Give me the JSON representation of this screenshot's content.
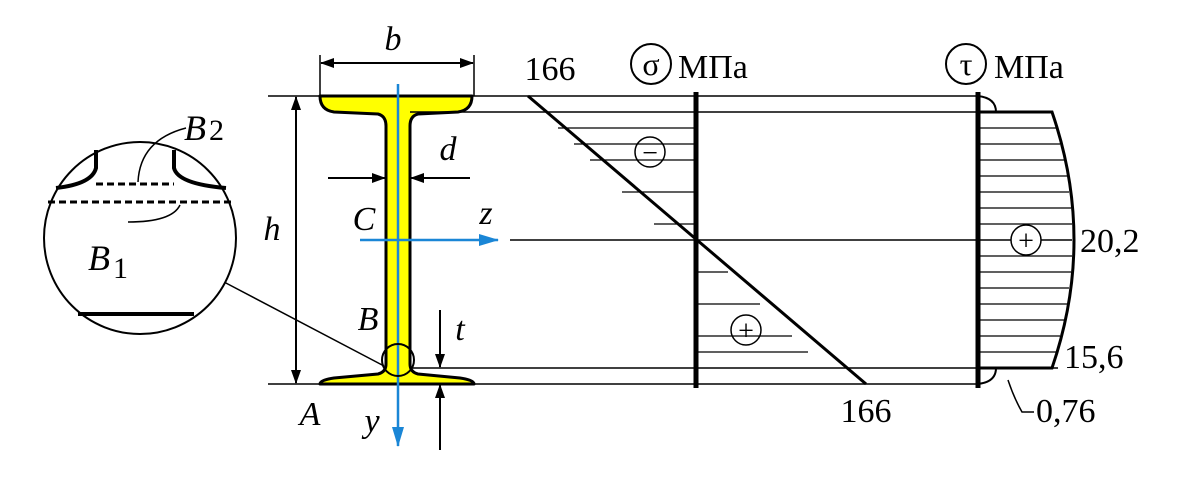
{
  "section": {
    "width_label": "b",
    "height_label": "h",
    "web_label": "d",
    "flange_label": "t",
    "centroid_label": "C",
    "point_a_label": "A",
    "point_b_label": "B",
    "z_axis_label": "z",
    "y_axis_label": "y",
    "fill_color": "#ffff00",
    "axis_color": "#1a86d6"
  },
  "detail": {
    "b1_main": "B",
    "b1_sub": "1",
    "b2_main": "B",
    "b2_sub": "2"
  },
  "sigma_diagram": {
    "symbol": "σ",
    "unit": "МПа",
    "top_value": "166",
    "bottom_value": "166",
    "top_sign": "−",
    "bottom_sign": "+"
  },
  "tau_diagram": {
    "symbol": "τ",
    "unit": "МПа",
    "max_value": "20,2",
    "web_edge_value": "15,6",
    "flange_value": "0,76",
    "sign": "+"
  }
}
